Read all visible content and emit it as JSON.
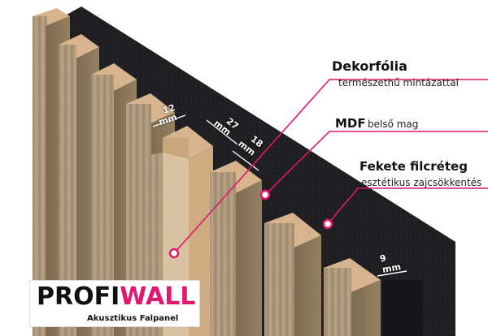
{
  "labels": {
    "decor_title": "Dekorfólia",
    "decor_sub": "természethű mintázattal",
    "mdf_title": "MDF",
    "mdf_sub": "belső mag",
    "felt_title": "Fekete filcréteg",
    "felt_sub": "esztétikus zajcsökkentés"
  },
  "dimensions": {
    "d12": "12",
    "d27": "27",
    "d18": "18",
    "d9": "9",
    "unit": "mm"
  },
  "logo": {
    "part1": "PROFI",
    "part2": "WALL",
    "tagline": "Akusztikus Falpanel"
  },
  "colors": {
    "accent": "#e2156f",
    "felt": "#1c1c1e",
    "oak": "#b09b7e",
    "mdf": "#d7b48e"
  }
}
